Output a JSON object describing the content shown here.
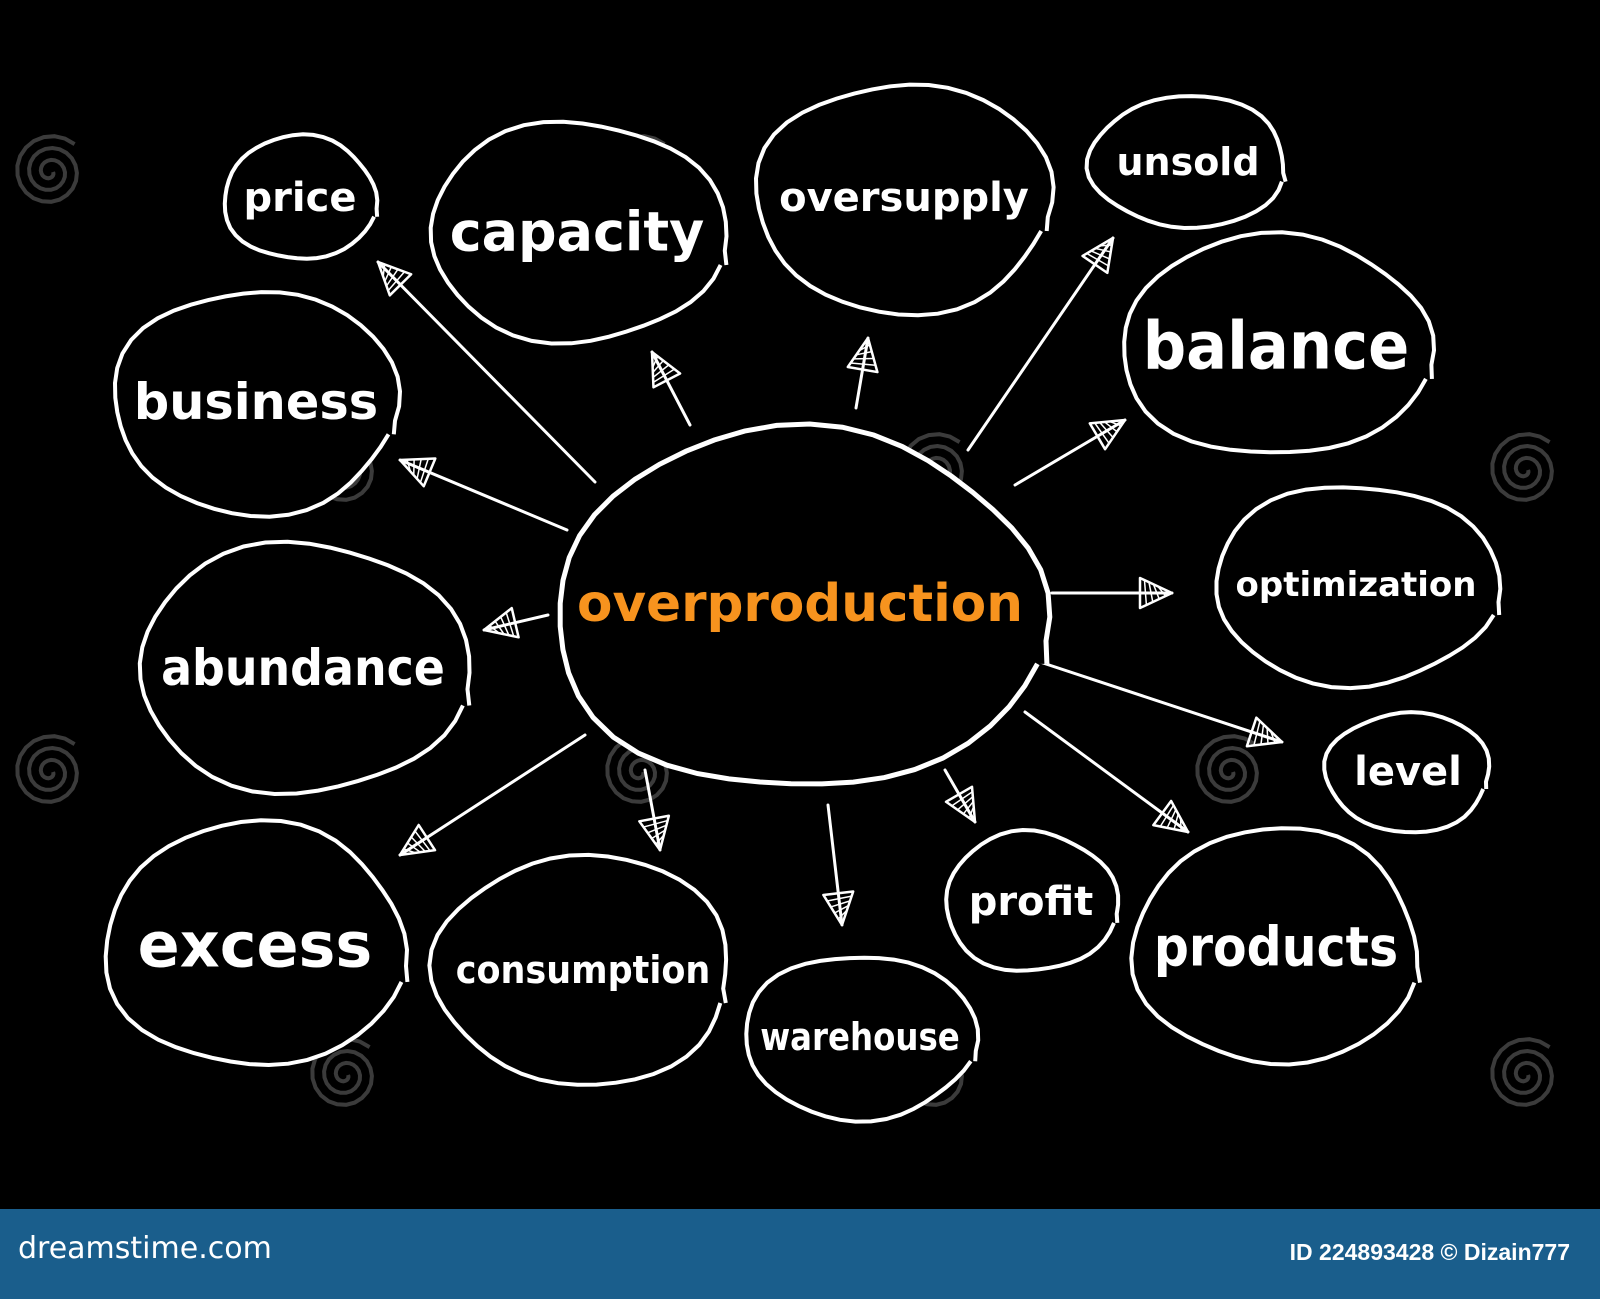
{
  "diagram": {
    "center": {
      "label": "overproduction",
      "color": "#f7931e"
    },
    "nodes": [
      {
        "id": "price",
        "label": "price"
      },
      {
        "id": "capacity",
        "label": "capacity"
      },
      {
        "id": "oversupply",
        "label": "oversupply"
      },
      {
        "id": "unsold",
        "label": "unsold"
      },
      {
        "id": "balance",
        "label": "balance"
      },
      {
        "id": "optimization",
        "label": "optimization"
      },
      {
        "id": "level",
        "label": "level"
      },
      {
        "id": "products",
        "label": "products"
      },
      {
        "id": "profit",
        "label": "profit"
      },
      {
        "id": "warehouse",
        "label": "warehouse"
      },
      {
        "id": "consumption",
        "label": "consumption"
      },
      {
        "id": "excess",
        "label": "excess"
      },
      {
        "id": "abundance",
        "label": "abundance"
      },
      {
        "id": "business",
        "label": "business"
      }
    ],
    "edges": [
      {
        "from": "overproduction",
        "to": "price"
      },
      {
        "from": "overproduction",
        "to": "capacity"
      },
      {
        "from": "overproduction",
        "to": "oversupply"
      },
      {
        "from": "overproduction",
        "to": "unsold"
      },
      {
        "from": "overproduction",
        "to": "balance"
      },
      {
        "from": "overproduction",
        "to": "optimization"
      },
      {
        "from": "overproduction",
        "to": "level"
      },
      {
        "from": "overproduction",
        "to": "products"
      },
      {
        "from": "overproduction",
        "to": "profit"
      },
      {
        "from": "overproduction",
        "to": "warehouse"
      },
      {
        "from": "overproduction",
        "to": "consumption"
      },
      {
        "from": "overproduction",
        "to": "excess"
      },
      {
        "from": "overproduction",
        "to": "abundance"
      },
      {
        "from": "overproduction",
        "to": "business"
      }
    ]
  },
  "colors": {
    "background": "#000000",
    "stroke": "#ffffff",
    "footer": "#1a5e8c"
  },
  "watermark": {
    "icon": "spiral-watermark-icon",
    "text": "dreamstime"
  },
  "footer": {
    "site": "dreamstime.com",
    "id_text": "ID 224893428 © Dizain777"
  }
}
